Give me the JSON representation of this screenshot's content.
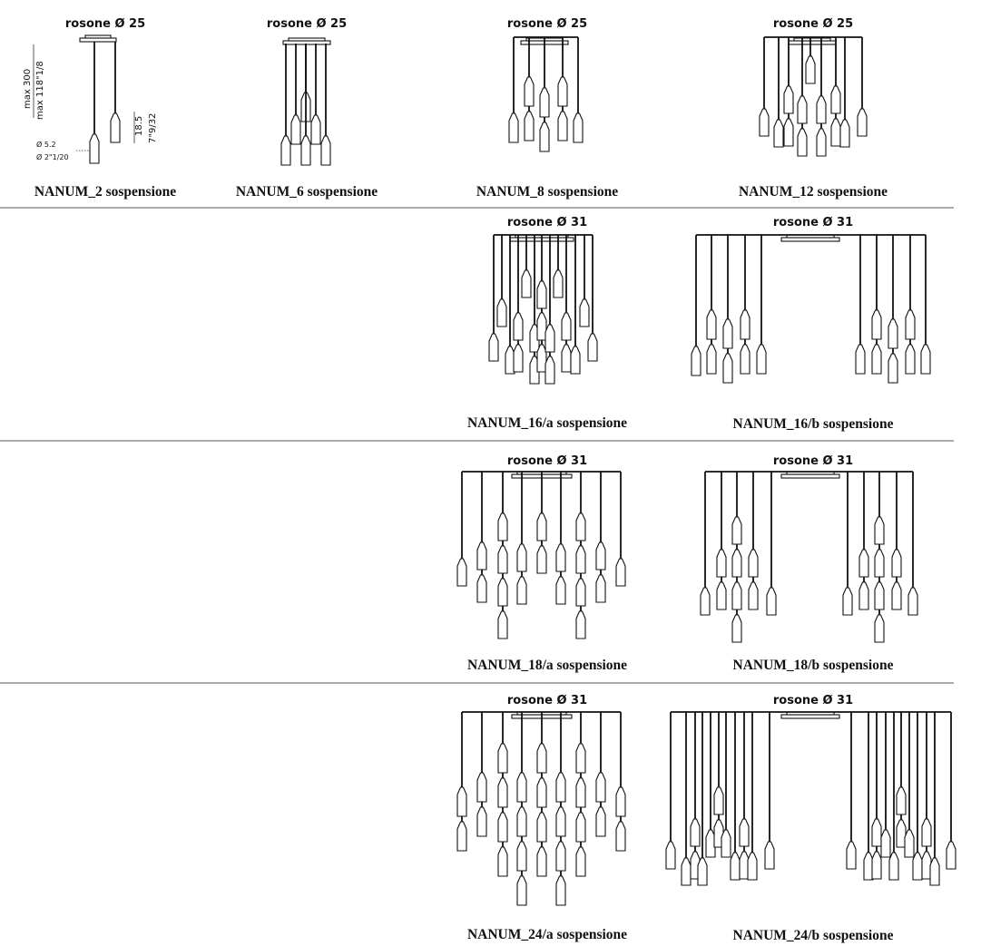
{
  "products": [
    {
      "id": "n2",
      "title": "NANUM_2 sospensione",
      "rosone": "rosone Ø 25",
      "pendants": 2
    },
    {
      "id": "n6",
      "title": "NANUM_6 sospensione",
      "rosone": "rosone Ø 25",
      "pendants": 6
    },
    {
      "id": "n8",
      "title": "NANUM_8 sospensione",
      "rosone": "rosone Ø 25",
      "pendants": 8
    },
    {
      "id": "n12",
      "title": "NANUM_12 sospensione",
      "rosone": "rosone Ø 25",
      "pendants": 12
    },
    {
      "id": "n16a",
      "title": "NANUM_16/a sospensione",
      "rosone": "rosone Ø 31",
      "pendants": 16
    },
    {
      "id": "n16b",
      "title": "NANUM_16/b sospensione",
      "rosone": "rosone Ø 31",
      "pendants": 16
    },
    {
      "id": "n18a",
      "title": "NANUM_18/a sospensione",
      "rosone": "rosone Ø 31",
      "pendants": 18
    },
    {
      "id": "n18b",
      "title": "NANUM_18/b sospensione",
      "rosone": "rosone Ø 31",
      "pendants": 18
    },
    {
      "id": "n24a",
      "title": "NANUM_24/a sospensione",
      "rosone": "rosone Ø 31",
      "pendants": 24
    },
    {
      "id": "n24b",
      "title": "NANUM_24/b sospensione",
      "rosone": "rosone Ø 31",
      "pendants": 24
    }
  ],
  "dimensions": {
    "max_cm": "max 300",
    "max_in": "max 118\"1/8",
    "height_cm": "18.5",
    "height_in": "7\"9/32",
    "diameter_cm": "Ø 5.2",
    "diameter_in": "Ø 2\"1/20"
  }
}
